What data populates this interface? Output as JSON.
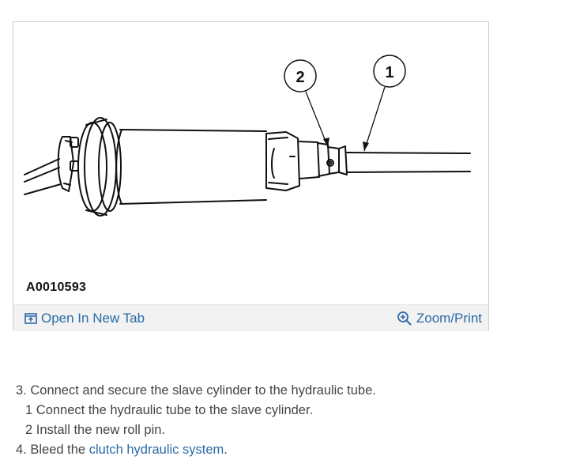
{
  "figure": {
    "id": "A0010593",
    "callouts": [
      "1",
      "2"
    ],
    "open_tab_label": "Open In New Tab",
    "open_tab_icon": "open-new-tab-icon",
    "zoom_label": "Zoom/Print",
    "zoom_icon": "zoom-in-icon"
  },
  "steps": {
    "step3_num": "3.",
    "step3_text": "Connect and secure the slave cylinder to the hydraulic tube.",
    "sub1_num": "1",
    "sub1_text": "Connect the hydraulic tube to the slave cylinder.",
    "sub2_num": "2",
    "sub2_text": "Install the new roll pin.",
    "step4_num": "4.",
    "step4_prefix": "Bleed the",
    "step4_link": "clutch hydraulic system",
    "step4_suffix": "."
  },
  "colors": {
    "link": "#2a6aa8",
    "text": "#444444",
    "bar_bg": "#f2f2f2",
    "border": "#d0d0d0"
  }
}
